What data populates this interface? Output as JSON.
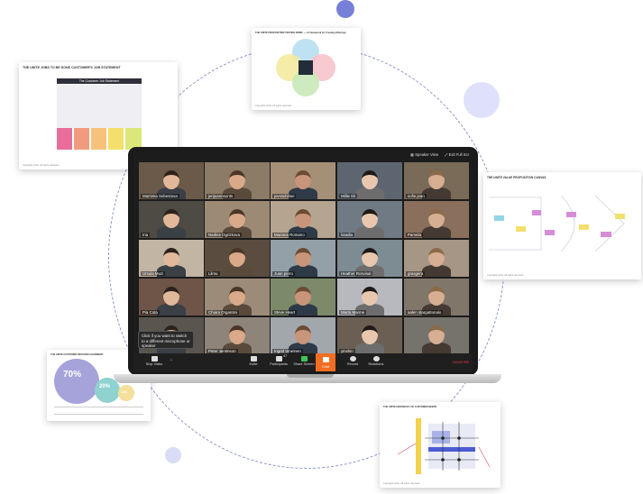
{
  "colors": {
    "orbit": "#8d93c9",
    "accent": "#6e79d6",
    "leave": "#e23a3a",
    "chat": "#f26d21"
  },
  "cards": {
    "job_statement": {
      "title": "THE UNITE JOBS TO BE DONE CUSTOMER'S JOB STATEMENT",
      "header": "The Customer Job Statement",
      "footer": "Copyright Unite. All rights reserved."
    },
    "proposition_canvas": {
      "title": "THE UNITE PROPOSITION TESTING BRIEF — A Framework for Creating Offerings",
      "footer": "Copyright Unite. All rights reserved."
    },
    "value_canvas": {
      "title": "THE UNITE VALUE PROPOSITION CANVAS",
      "footer": "Copyright Unite. All rights reserved."
    },
    "percent_card": {
      "title": "THE UNITE CUSTOMER DECISION ALIGNMENT",
      "big": "70%",
      "mid": "20%",
      "small": "10%"
    },
    "hierarchy_card": {
      "title": "THE UNITE HIERARCHY OF CUSTOMER NEEDS",
      "footer": "Copyright Unite. All rights reserved."
    }
  },
  "meeting": {
    "top_right": {
      "speaker_view": "Speaker View",
      "exit_full": "Exit Full Scr"
    },
    "participants": [
      "Martinka Sebestova",
      "jerijuannsonts",
      "jovsluibilnei",
      "Millie Ek",
      "sofie.jean",
      "Ina",
      "Nadine Ogrizkova",
      "Mariana Romano",
      "lotadia",
      "Pamela",
      "Ursula Muzi",
      "Lilmu",
      "Juan perro",
      "Heather Rosvisal",
      "grasgera",
      "Pia Cota",
      "Chiara Organtini",
      "Steve Heart",
      "Marta Marme",
      "aalen stargattonalo",
      "",
      "Peter Jentinson",
      "Ingrid Vrnetnen",
      "yinshin",
      ""
    ],
    "tooltip": "Click if you want to switch to a different microphone or speaker",
    "toolbar": {
      "stop_video": "Stop Video",
      "invite": "Invite",
      "participants": "Participants",
      "participants_count": "47",
      "share_screen": "Share Screen",
      "chat": "Chat",
      "record": "Record",
      "reactions": "Reactions",
      "leave": "Leave Me"
    }
  }
}
